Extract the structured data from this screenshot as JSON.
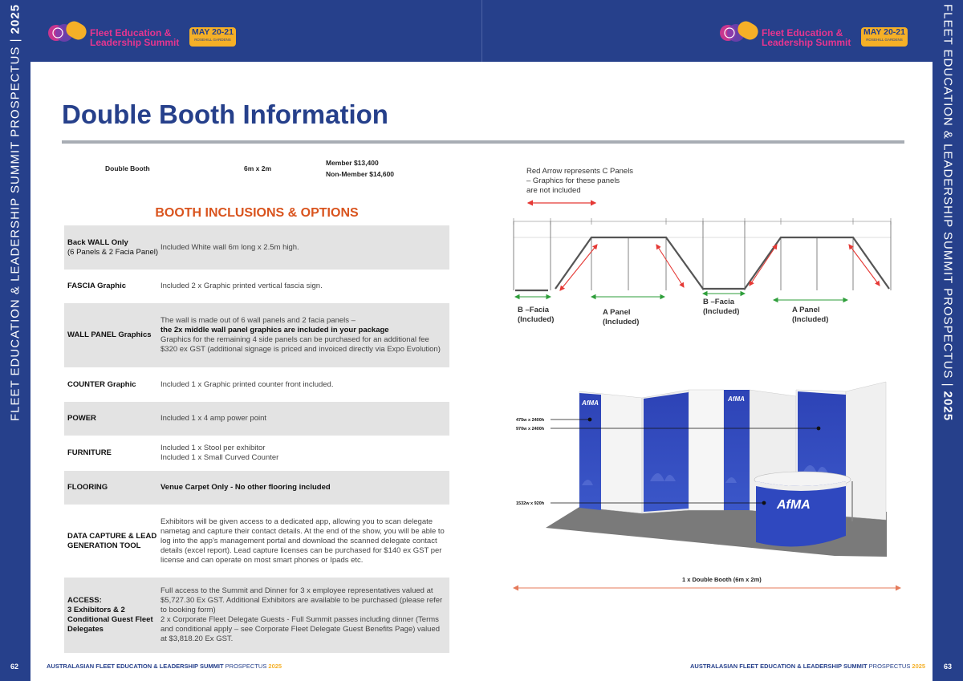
{
  "sidebar": {
    "left_text": "FLEET EDUCATION & LEADERSHIP SUMMIT PROSPECTUS | ",
    "right_text": "FLEET EDUCATION & LEADERSHIP SUMMIT PROSPECTUS | ",
    "year": "2025"
  },
  "logo": {
    "line1": "Fleet Education &",
    "line2": "Leadership Summit",
    "date": "MAY 20-21",
    "venue": "ROSEHILL GARDENS"
  },
  "page_title": "Double Booth Information",
  "summary": {
    "booth": "Double  Booth",
    "size": "6m x 2m",
    "member_price": "Member $13,400",
    "non_member_price": "Non-Member $14,600"
  },
  "inclusions_heading": "BOOTH INCLUSIONS & OPTIONS",
  "inclusions": [
    {
      "label": "Back WALL Only",
      "sublabel": "(6 Panels & 2 Facia Panel)",
      "lines": [
        "Included White wall 6m long x 2.5m high."
      ]
    },
    {
      "label": "FASCIA Graphic",
      "lines": [
        "Included 2 x Graphic printed vertical fascia sign."
      ]
    },
    {
      "label": "WALL PANEL Graphics",
      "lines": [
        "The wall is made out of 6 wall panels and 2 facia panels –"
      ],
      "bold_line": "the 2x middle wall panel graphics are included in your package",
      "more_lines": [
        "Graphics for the remaining 4 side panels can be purchased for an additional fee $320 ex GST (additional signage is priced and invoiced directly via Expo Evolution)"
      ]
    },
    {
      "label": "COUNTER Graphic",
      "lines": [
        "Included 1 x Graphic printed counter front included."
      ]
    },
    {
      "label": "POWER",
      "lines": [
        "Included 1 x 4 amp power point"
      ]
    },
    {
      "label": "FURNITURE",
      "lines": [
        "Included 1 x Stool per exhibitor",
        "Included 1 x Small Curved Counter"
      ]
    },
    {
      "label": "FLOORING",
      "bold_line": "Venue Carpet Only  - No other flooring included"
    },
    {
      "label": "DATA CAPTURE & LEAD GENERATION TOOL",
      "lines": [
        "Exhibitors will be given access to a dedicated app, allowing you to scan delegate nametag and capture their contact details. At the end of the show, you will be able to log into the app's management portal and download the scanned delegate contact details (excel report).  Lead capture licenses can be purchased for $140 ex GST per license and can operate on most smart phones or Ipads etc."
      ]
    },
    {
      "label": "ACCESS:",
      "label2": "3 Exhibitors & 2 Conditional Guest Fleet Delegates",
      "lines": [
        "Full access to the Summit and Dinner for 3 x  employee representatives valued at $5,727.30 Ex GST. Additional Exhibitors are available to be purchased (please refer to booking form)",
        "2 x Corporate Fleet Delegate Guests - Full Summit passes including dinner (Terms and conditional apply – see Corporate Fleet Delegate Guest Benefits Page) valued at $3,818.20 Ex GST."
      ]
    }
  ],
  "diagram": {
    "note": "Red Arrow  represents C Panels – Graphics for these panels are not included",
    "labels": [
      {
        "text1": "B –Facia",
        "text2": "(Included)"
      },
      {
        "text1": "A Panel",
        "text2": "(Included)"
      },
      {
        "text1": "B –Facia",
        "text2": "(Included)"
      },
      {
        "text1": "A Panel",
        "text2": "(Included)"
      }
    ]
  },
  "render": {
    "dim1": "475w x 2400h",
    "dim2": "970w x 2400h",
    "dim3": "1532w x 920h",
    "caption": "1 x Double Booth (6m x 2m)",
    "brand": "AfMA"
  },
  "footer": {
    "left_page": "62",
    "right_page": "63",
    "text": "AUSTRALASIAN FLEET EDUCATION & LEADERSHIP SUMMIT ",
    "text_light": "PROSPECTUS ",
    "year": "2025"
  },
  "colors": {
    "navy": "#26408b",
    "orange": "#d9541e",
    "pink": "#e5358f",
    "gold": "#f5b027",
    "red_arrow": "#e53935",
    "green_arrow": "#2e9e3a"
  }
}
